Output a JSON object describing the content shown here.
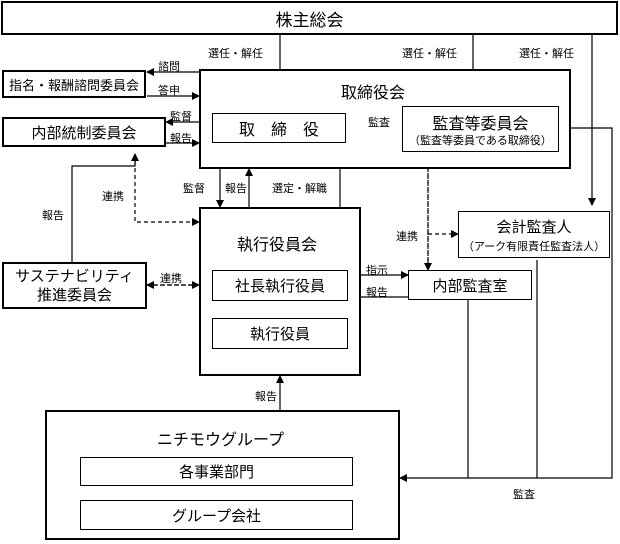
{
  "nodes": {
    "shareholders": "株主総会",
    "nomination_committee": "指名・報酬諮問委員会",
    "internal_control_committee": "内部統制委員会",
    "board": "取締役会",
    "directors": "取　締　役",
    "audit_committee": "監査等委員会",
    "audit_committee_sub": "（監査等委員である取締役）",
    "accounting_auditor": "会計監査人",
    "accounting_auditor_sub": "（アーク有限責任監査法人）",
    "executive_committee": "執行役員会",
    "president": "社長執行役員",
    "executive_officers": "執行役員",
    "internal_audit": "内部監査室",
    "sustainability_committee": "サステナビリティ\n推進委員会",
    "group": "ニチモウグループ",
    "business_divisions": "各事業部門",
    "group_companies": "グループ会社"
  },
  "edges": {
    "elect_1": "選任・解任",
    "elect_2": "選任・解任",
    "elect_3": "選任・解任",
    "consult": "諮問",
    "answer": "答申",
    "supervise_1": "監督",
    "report_1": "報告",
    "audit_1": "監査",
    "cooperate_1": "連携",
    "report_2": "報告",
    "supervise_2": "監督",
    "report_3": "報告",
    "appoint": "選定・解職",
    "cooperate_2": "連携",
    "instruct": "指示",
    "report_4": "報告",
    "cooperate_3": "連携",
    "report_5": "報告",
    "audit_2": "監査"
  }
}
